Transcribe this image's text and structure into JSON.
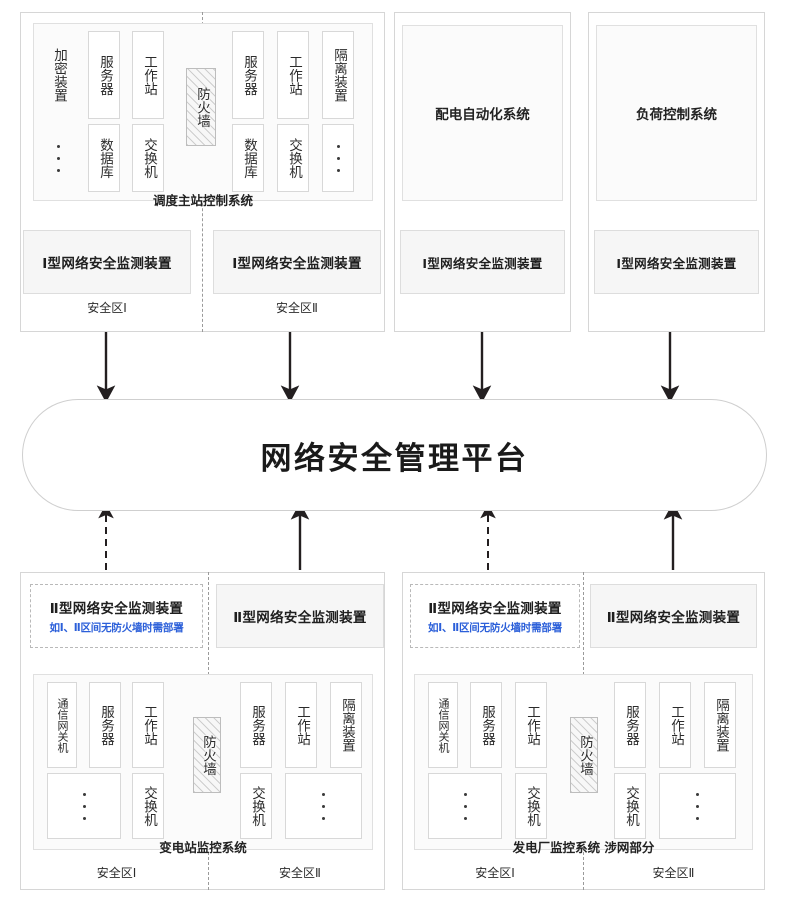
{
  "diagram": {
    "platform_label": "网络安全管理平台",
    "type_i_device": "Ⅰ型网络安全监测装置",
    "type_ii_device": "Ⅱ型网络安全监测装置",
    "type_ii_note": "如Ⅰ、Ⅱ区间无防火墙时需部署",
    "firewall_label": "防火墙",
    "zone_i": "安全区Ⅰ",
    "zone_ii": "安全区Ⅱ",
    "dots": "⋮"
  },
  "top": {
    "dispatch": {
      "caption": "调度主站控制系统",
      "zone_i_label": "安全区Ⅰ",
      "zone_ii_label": "安全区Ⅱ",
      "zone_i_devices_row1": [
        "加密装置",
        "服务器",
        "工作站"
      ],
      "zone_i_devices_row2": [
        "⋮",
        "数据库",
        "交换机"
      ],
      "zone_ii_devices_row1": [
        "服务器",
        "工作站",
        "隔离装置"
      ],
      "zone_ii_devices_row2": [
        "数据库",
        "交换机",
        "⋮"
      ],
      "firewall": "防火墙",
      "monitor_i_zone_i": "Ⅰ型网络安全监测装置",
      "monitor_i_zone_ii": "Ⅰ型网络安全监测装置"
    },
    "distribution": {
      "title": "配电自动化系统",
      "monitor": "Ⅰ型网络安全监测装置"
    },
    "load": {
      "title": "负荷控制系统",
      "monitor": "Ⅰ型网络安全监测装置"
    }
  },
  "bottom": {
    "substation": {
      "caption": "变电站监控系统",
      "zone_i_label": "安全区Ⅰ",
      "zone_ii_label": "安全区Ⅱ",
      "monitor_ii_zone_i": "Ⅱ型网络安全监测装置",
      "monitor_ii_zone_i_note": "如Ⅰ、Ⅱ区间无防火墙时需部署",
      "monitor_ii_zone_ii": "Ⅱ型网络安全监测装置",
      "zone_i_devices_row1": [
        "通信网关机",
        "服务器",
        "工作站"
      ],
      "zone_i_devices_row2": [
        "⋮",
        "交换机"
      ],
      "zone_ii_devices_row1": [
        "服务器",
        "工作站",
        "隔离装置"
      ],
      "zone_ii_devices_row2": [
        "交换机",
        "⋮"
      ],
      "firewall": "防火墙"
    },
    "powerplant": {
      "caption": "发电厂监控系统  涉网部分",
      "zone_i_label": "安全区Ⅰ",
      "zone_ii_label": "安全区Ⅱ",
      "monitor_ii_zone_i": "Ⅱ型网络安全监测装置",
      "monitor_ii_zone_i_note": "如Ⅰ、Ⅱ区间无防火墙时需部署",
      "monitor_ii_zone_ii": "Ⅱ型网络安全监测装置",
      "zone_i_devices_row1": [
        "通信网关机",
        "服务器",
        "工作站"
      ],
      "zone_i_devices_row2": [
        "⋮",
        "交换机"
      ],
      "zone_ii_devices_row1": [
        "服务器",
        "工作站",
        "隔离装置"
      ],
      "zone_ii_devices_row2": [
        "交换机",
        "⋮"
      ],
      "firewall": "防火墙"
    }
  },
  "colors": {
    "note_blue": "#2b5fd9",
    "box_border": "#d8d8d8",
    "monitor_fill": "#f6f6f6",
    "text": "#231f20"
  }
}
